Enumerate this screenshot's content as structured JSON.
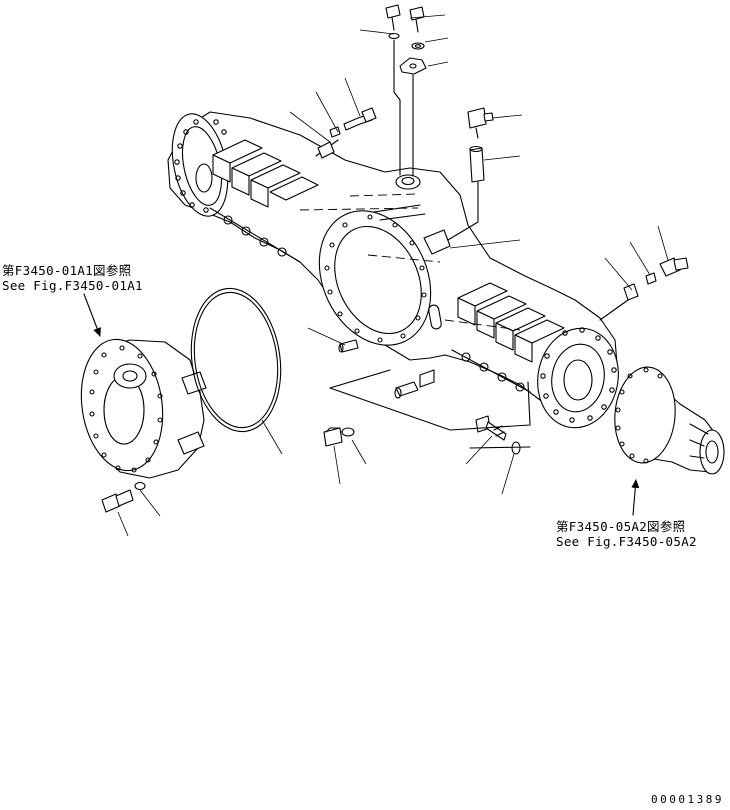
{
  "references": {
    "left": {
      "line1": "第F3450-01A1図参照",
      "line2": "See Fig.F3450-01A1"
    },
    "right": {
      "line1": "第F3450-05A2図参照",
      "line2": "See Fig.F3450-05A2"
    }
  },
  "drawing_number": "00001389",
  "colors": {
    "ink": "#000000",
    "paper": "#ffffff"
  }
}
